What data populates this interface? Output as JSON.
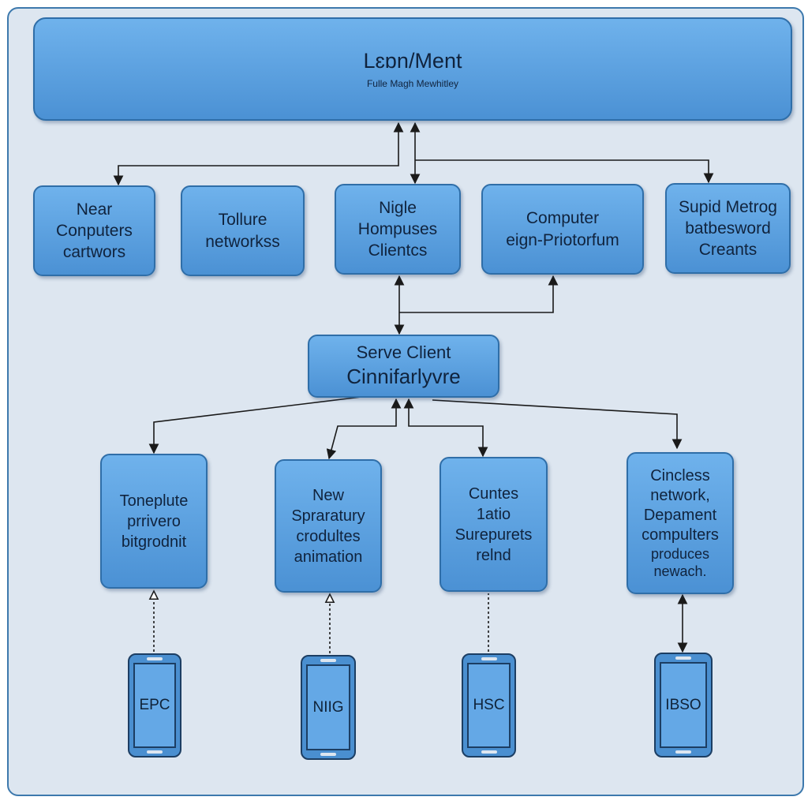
{
  "top": {
    "title": "Lɛɒn/Ment",
    "subtitle": "Fulle Magh Mewhitley"
  },
  "row1": [
    {
      "lines": [
        "Near",
        "Conputers",
        "cartwors"
      ]
    },
    {
      "lines": [
        "Tollure",
        "networkss"
      ]
    },
    {
      "lines": [
        "Nigle",
        "Hompuses",
        "Clientcs"
      ]
    },
    {
      "lines": [
        "Computer",
        "eign-Priotorfum"
      ]
    },
    {
      "lines": [
        "Supid Metrog",
        "batbesword",
        "Creants"
      ]
    }
  ],
  "hub": {
    "line1": "Serve  Client",
    "line2": "Cinnifarlyvre"
  },
  "row3": [
    {
      "lines": [
        "Toneplute",
        "prrivero",
        "bitgrodnit"
      ]
    },
    {
      "lines": [
        "New",
        "Spraratury",
        "crodultes",
        "animation"
      ]
    },
    {
      "lines": [
        "Cuntes",
        "1atio",
        "Surepurets",
        "relnd"
      ]
    },
    {
      "lines": [
        "Cincless",
        "network,",
        "Depament",
        "compulters",
        "produces",
        "newach."
      ]
    }
  ],
  "phones": [
    {
      "label": "EPC"
    },
    {
      "label": "NIIG"
    },
    {
      "label": "HSC"
    },
    {
      "label": "IBSO"
    }
  ]
}
